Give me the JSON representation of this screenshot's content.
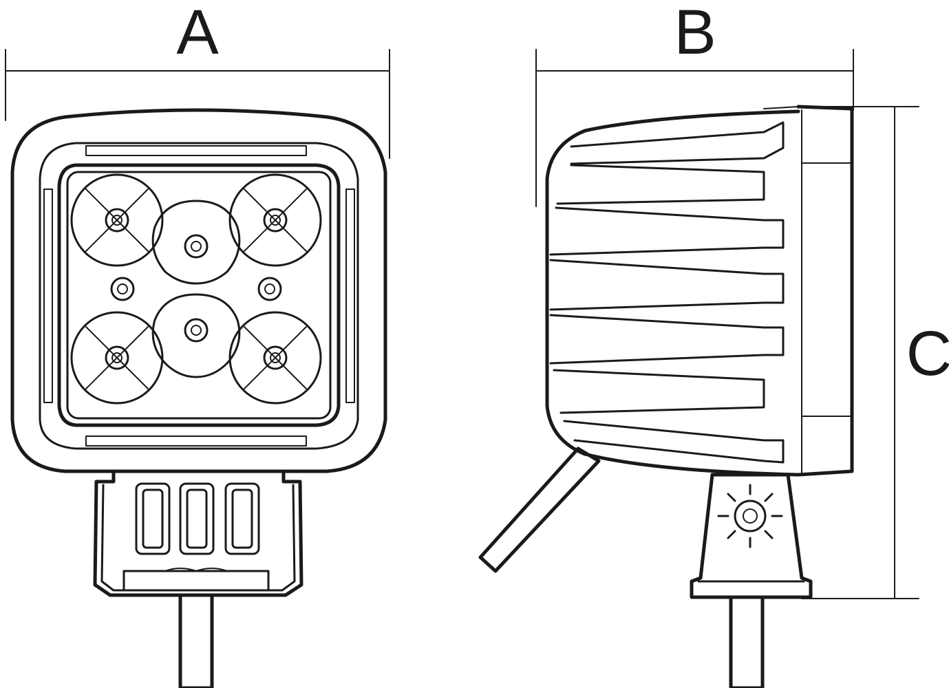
{
  "dimensions": {
    "width_label": "A",
    "depth_label": "B",
    "height_label": "C"
  },
  "colors": {
    "line": "#1a1a1a",
    "background": "#ffffff"
  }
}
